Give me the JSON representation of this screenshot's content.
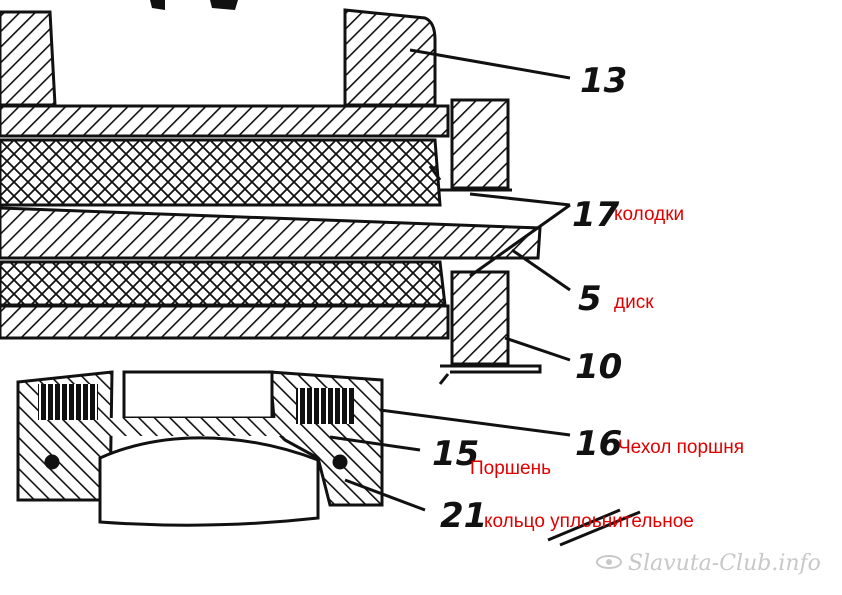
{
  "colors": {
    "ink": "#111111",
    "label": "#e00000",
    "watermark": "#c8c8c8",
    "background": "#ffffff"
  },
  "callouts": [
    {
      "id": "13",
      "number": "13",
      "label": ""
    },
    {
      "id": "17",
      "number": "17",
      "label": "колодки"
    },
    {
      "id": "5",
      "number": "5",
      "label": "диск"
    },
    {
      "id": "10",
      "number": "10",
      "label": ""
    },
    {
      "id": "16",
      "number": "16",
      "label": "Чехол поршня"
    },
    {
      "id": "15",
      "number": "15",
      "label": "Поршень"
    },
    {
      "id": "21",
      "number": "21",
      "label": "кольцо уплоьнительное"
    }
  ],
  "watermark": {
    "text": "Slavuta-Club.info",
    "icon": "eye-logo-icon"
  }
}
